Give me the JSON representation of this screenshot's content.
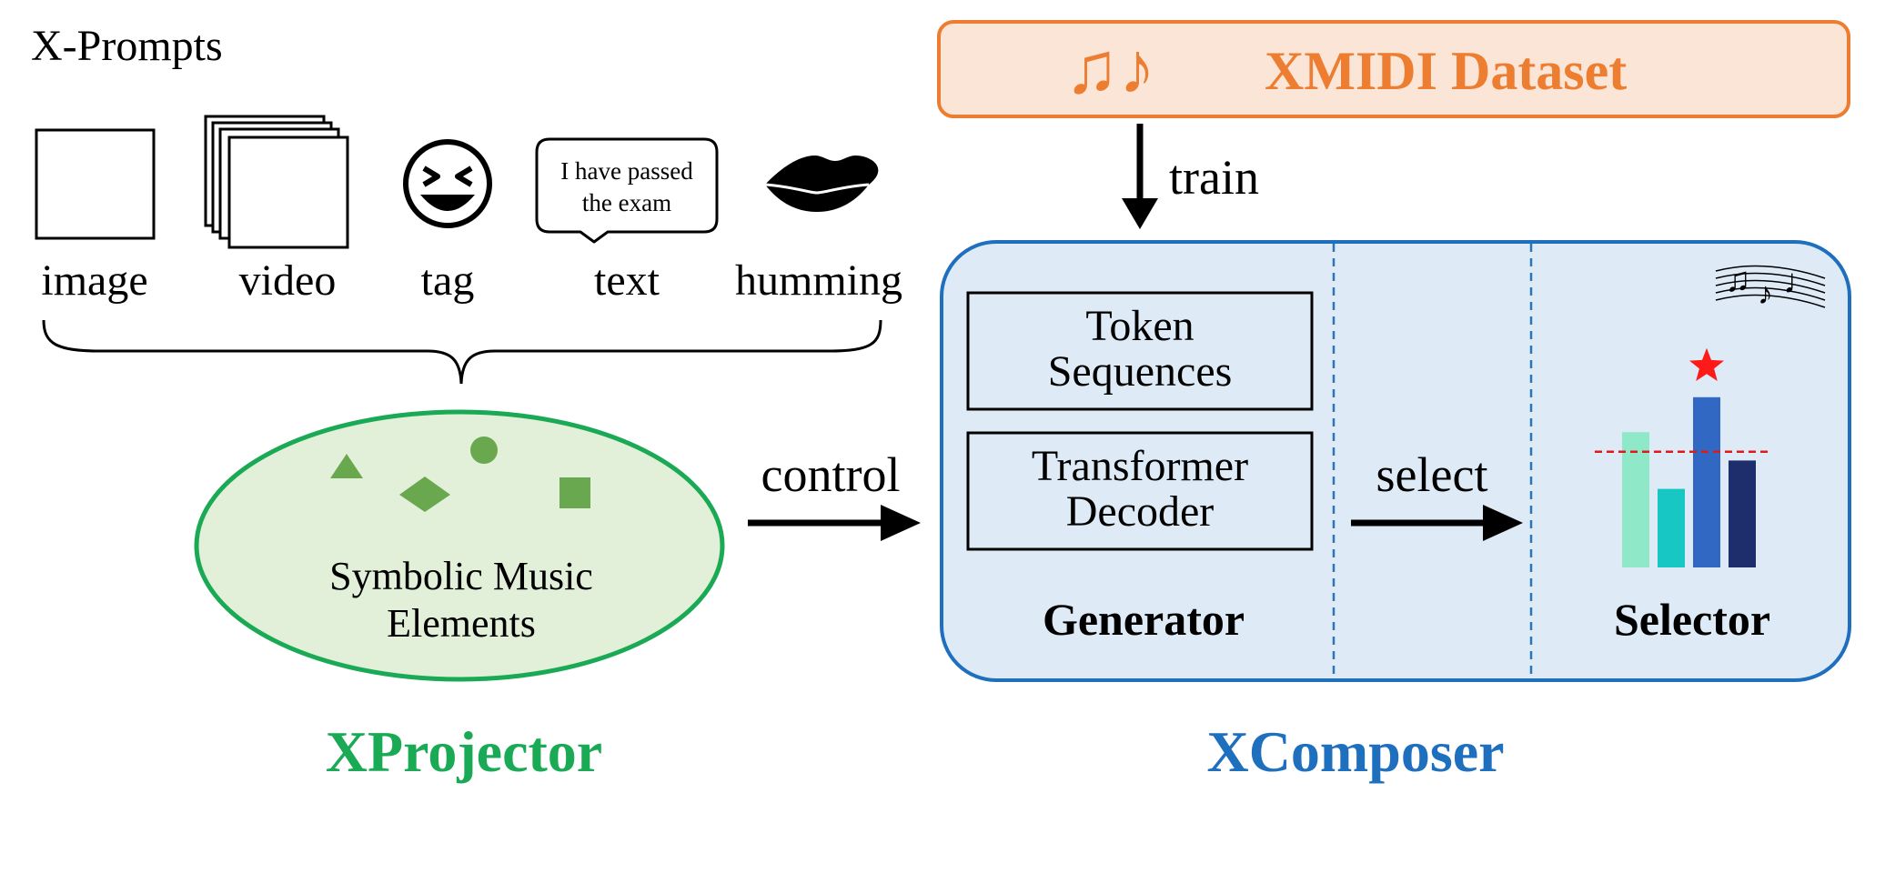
{
  "prompts": {
    "title": "X-Prompts",
    "items": [
      {
        "label": "image",
        "icon": "image-frame-icon"
      },
      {
        "label": "video",
        "icon": "video-frames-icon"
      },
      {
        "label": "tag",
        "icon": "laughing-face-icon"
      },
      {
        "label": "text",
        "icon": "speech-bubble-icon"
      },
      {
        "label": "humming",
        "icon": "lips-icon"
      }
    ],
    "bubble_line1": "I have passed",
    "bubble_line2": "the exam"
  },
  "projector": {
    "ellipse_line1": "Symbolic Music",
    "ellipse_line2": "Elements",
    "name": "XProjector",
    "color": "#1aaa55",
    "fill": "#e2efd9"
  },
  "dataset": {
    "label": "XMIDI Dataset",
    "notes_glyph": "♫♪",
    "color": "#ed7d31",
    "fill": "#fbe5d6"
  },
  "arrows": {
    "train": "train",
    "control": "control",
    "select": "select"
  },
  "composer": {
    "name": "XComposer",
    "color": "#1f6fbf",
    "fill": "#deebf7",
    "generator": {
      "label": "Generator",
      "box1_line1": "Token",
      "box1_line2": "Sequences",
      "box2_line1": "Transformer",
      "box2_line2": "Decoder"
    },
    "selector": {
      "label": "Selector",
      "bar_values": [
        0.62,
        0.36,
        0.78,
        0.49
      ],
      "threshold": 0.53,
      "best_index": 2,
      "bar_colors": [
        "#8fe8c8",
        "#17c7c4",
        "#3168c4",
        "#1e2d6b"
      ]
    }
  }
}
